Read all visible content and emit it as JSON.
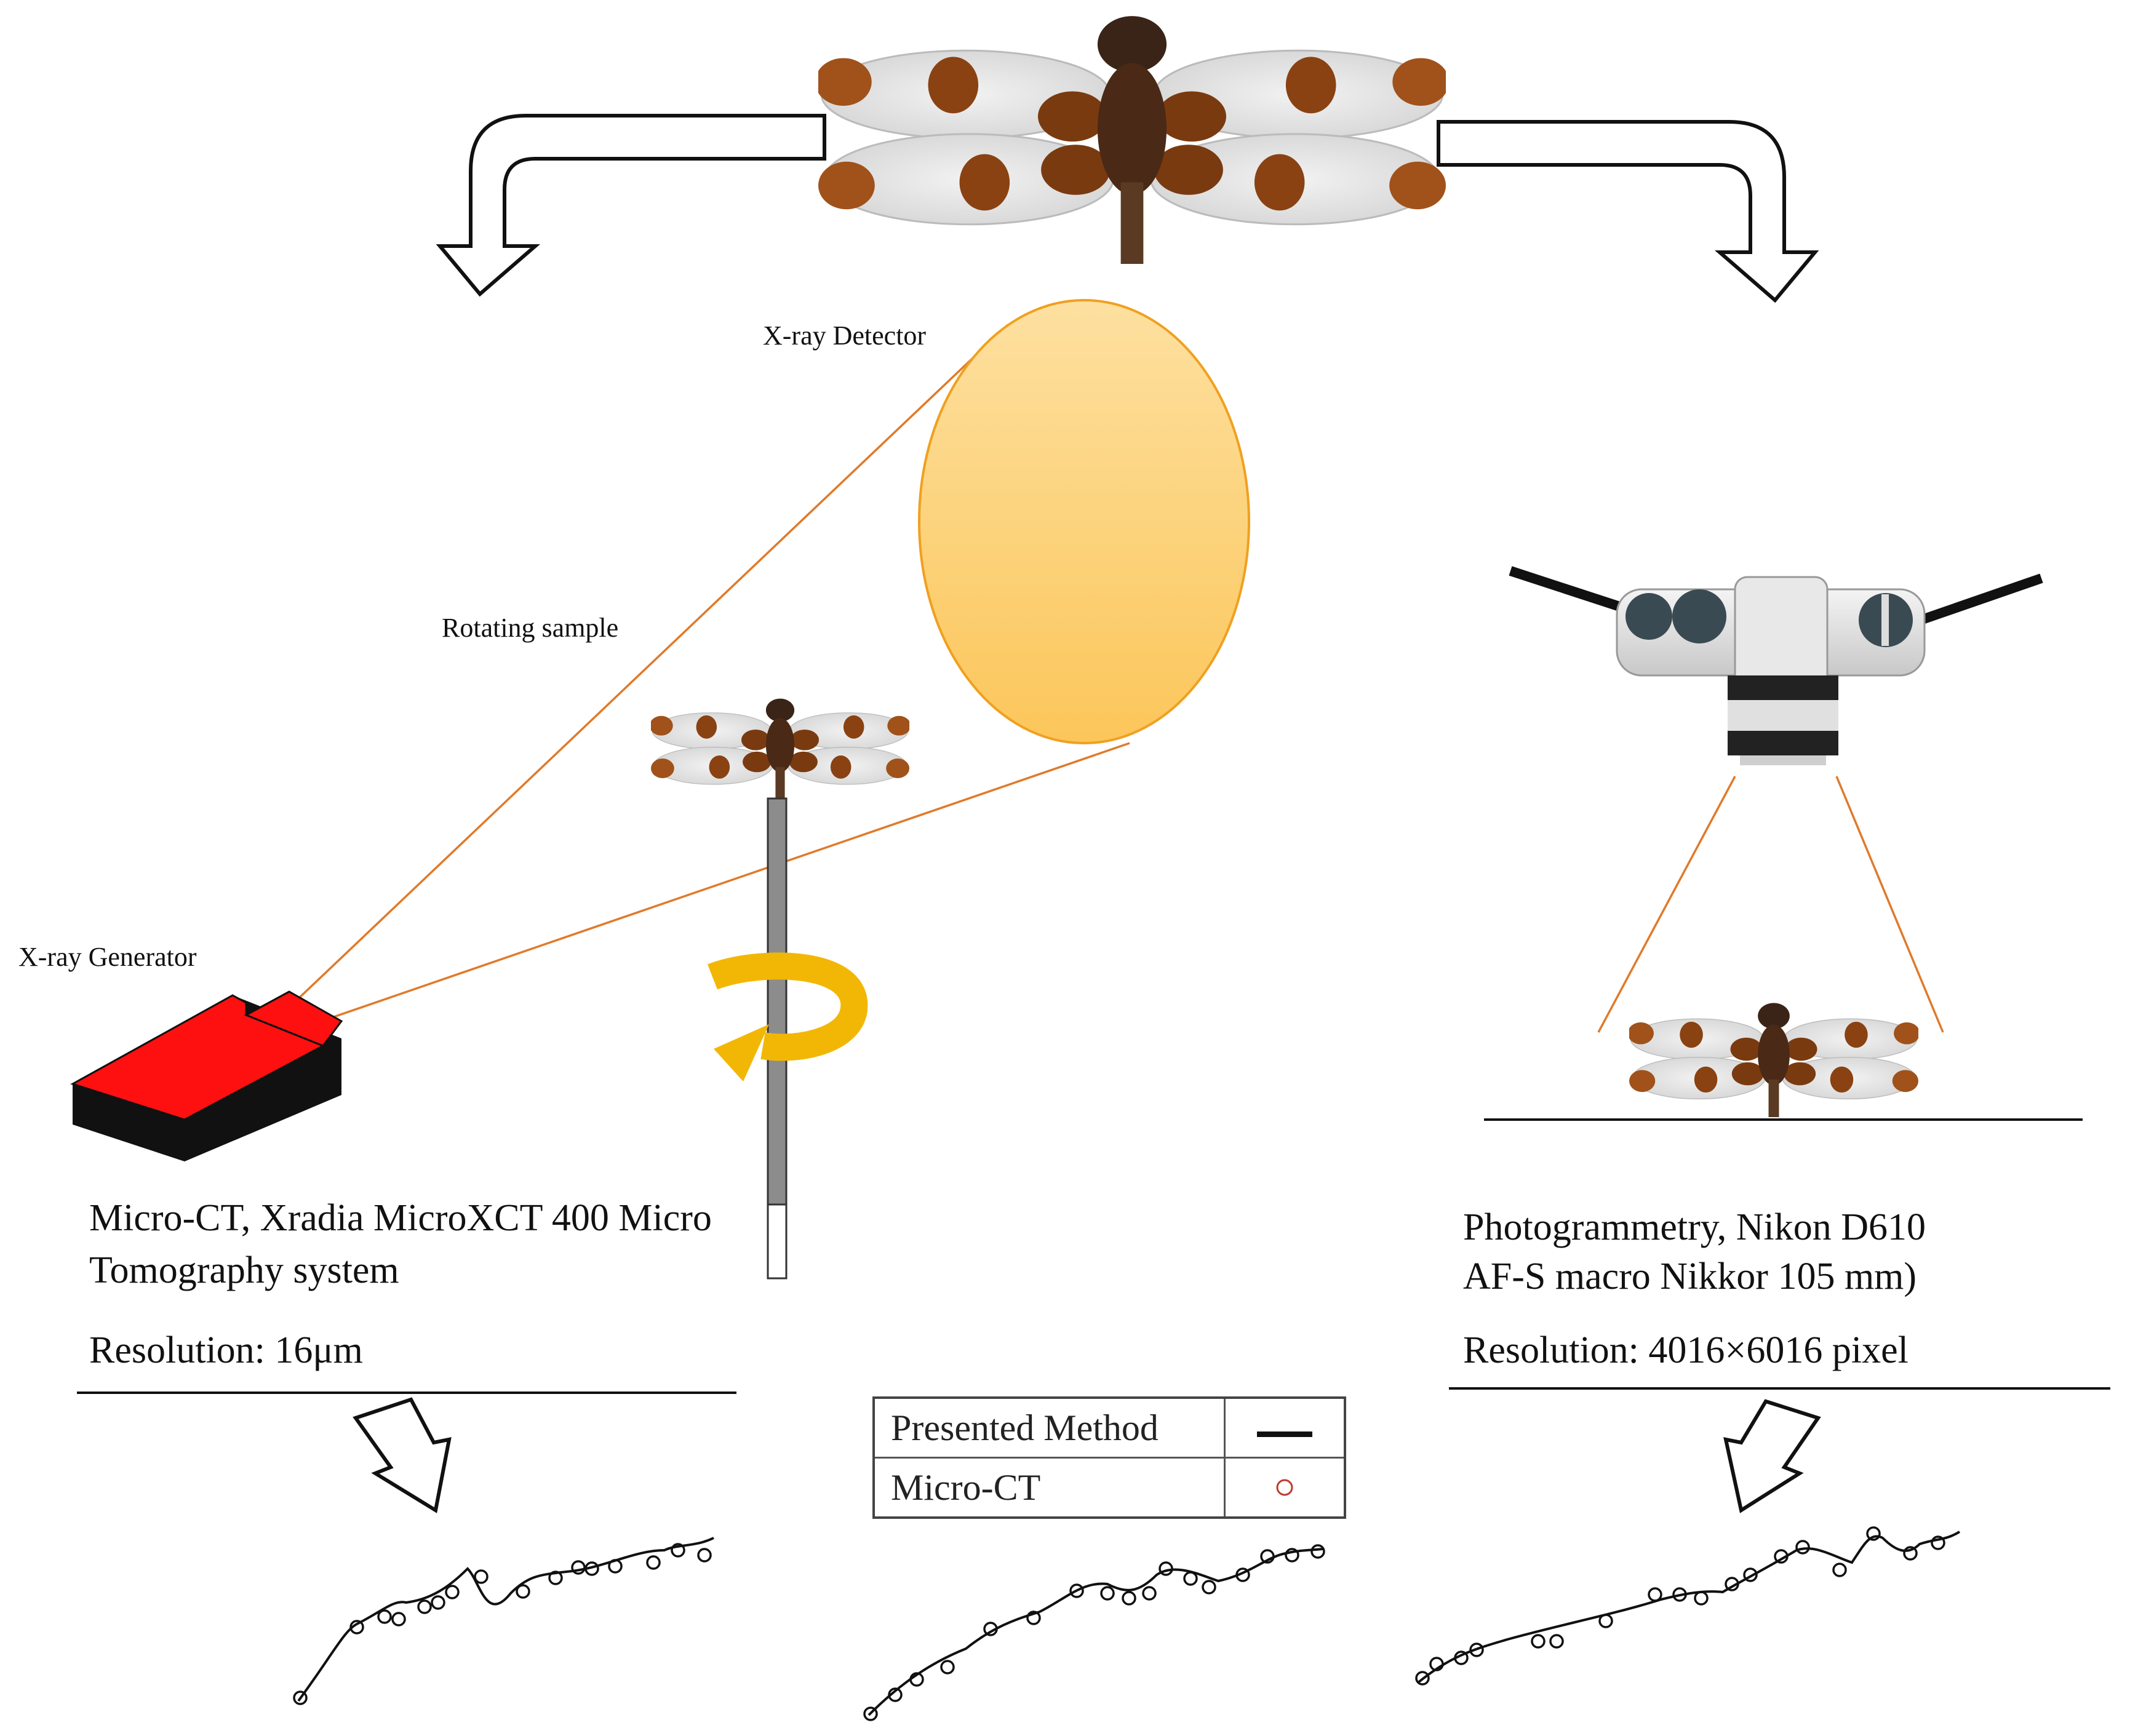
{
  "labels": {
    "xray_detector": "X-ray Detector",
    "rotating_sample": "Rotating sample",
    "xray_generator": "X-ray Generator"
  },
  "microct": {
    "line1": "Micro-CT, Xradia MicroXCT 400 Micro",
    "line2": "Tomography system",
    "resolution": "Resolution: 16μm"
  },
  "photogrammetry": {
    "line1": "Photogrammetry, Nikon D610",
    "line2": "AF-S macro Nikkor 105 mm)",
    "resolution": "Resolution: 4016×6016 pixel"
  },
  "legend": {
    "presented": "Presented Method",
    "microct": "Micro-CT"
  },
  "colors": {
    "beam": "#e07a2a",
    "detector_fill": "#fdd27c",
    "generator": "#ff1010",
    "rotation_arrow": "#f2b705",
    "marker": "#c0392b"
  },
  "icons": [
    "dragonfly-specimen",
    "xray-generator-box",
    "xray-detector-disc",
    "camera-top-view",
    "rotation-arrow",
    "hollow-bent-arrow"
  ]
}
